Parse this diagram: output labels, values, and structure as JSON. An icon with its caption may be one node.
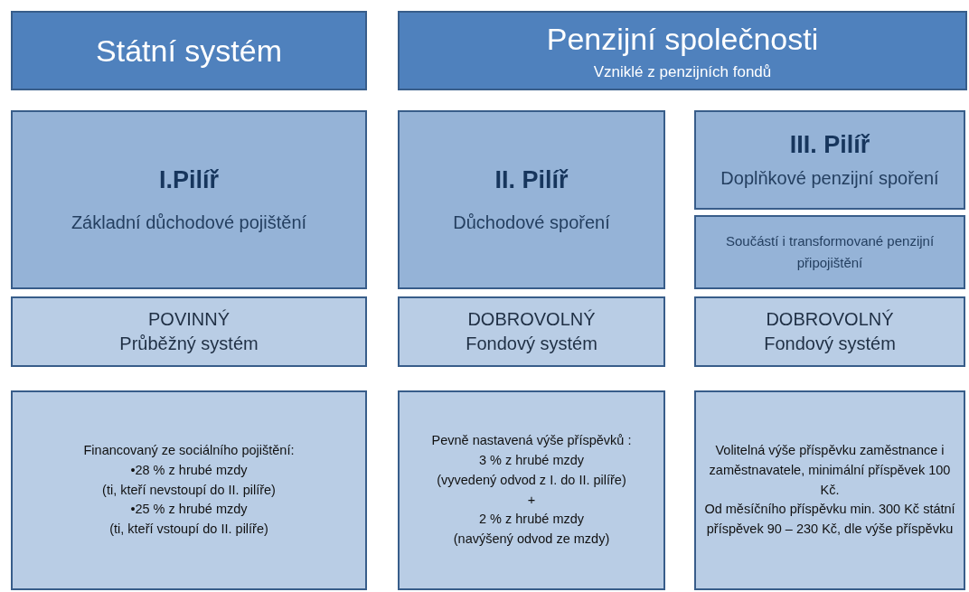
{
  "diagram": {
    "nodes": [
      {
        "text": [
          "Státní systém"
        ]
      },
      {
        "text": [
          "Penzijní společnosti",
          "Vzniklé z penzijních fondů"
        ]
      },
      {
        "text": [
          "I.Pilíř",
          "Základní důchodové pojištění"
        ]
      },
      {
        "text": [
          "II. Pilíř",
          "Důchodové spoření"
        ]
      },
      {
        "text": [
          "III. Pilíř",
          "Doplňkové penzijní spoření"
        ]
      },
      {
        "text": [
          "Součástí i transformované penzijní připojištění"
        ]
      },
      {
        "text": [
          "POVINNÝ",
          "Průběžný systém"
        ]
      },
      {
        "text": [
          "DOBROVOLNÝ",
          "Fondový systém"
        ]
      },
      {
        "text": [
          "DOBROVOLNÝ",
          "Fondový systém"
        ]
      },
      {
        "text": [
          "Financovaný ze sociálního pojištění:",
          "•28 % z hrubé mzdy",
          "(ti, kteří nevstoupí do II. pilíře)",
          "•25 % z hrubé mzdy",
          "(ti, kteří vstoupí do II. pilíře)"
        ]
      },
      {
        "text": [
          "Pevně nastavená výše příspěvků :",
          "3 % z hrubé mzdy",
          "(vyvedený odvod z I. do II. pilíře)",
          "+",
          "2 % z hrubé mzdy",
          "(navýšený odvod ze mzdy)"
        ]
      },
      {
        "text": [
          "Volitelná výše příspěvku zaměstnance i zaměstnavatele, minimální příspěvek 100 Kč.",
          "Od měsíčního příspěvku min. 300 Kč státní příspěvek 90 – 230 Kč, dle výše příspěvku"
        ]
      }
    ]
  }
}
